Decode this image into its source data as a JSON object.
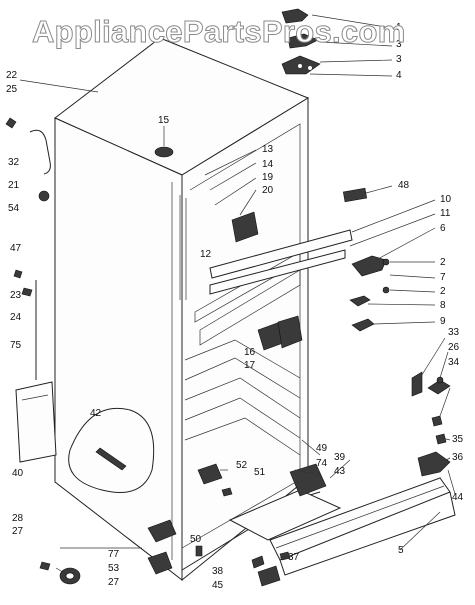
{
  "watermark": "AppliancePartsPros.com",
  "callouts": [
    "1",
    "3",
    "3",
    "4",
    "22",
    "25",
    "15",
    "13",
    "14",
    "19",
    "20",
    "32",
    "21",
    "54",
    "48",
    "10",
    "11",
    "6",
    "12",
    "47",
    "2",
    "7",
    "2",
    "8",
    "9",
    "23",
    "24",
    "75",
    "16",
    "17",
    "33",
    "26",
    "34",
    "42",
    "35",
    "36",
    "49",
    "52",
    "51",
    "74",
    "39",
    "43",
    "44",
    "40",
    "28",
    "27",
    "50",
    "37",
    "5",
    "77",
    "53",
    "27",
    "38",
    "45"
  ]
}
